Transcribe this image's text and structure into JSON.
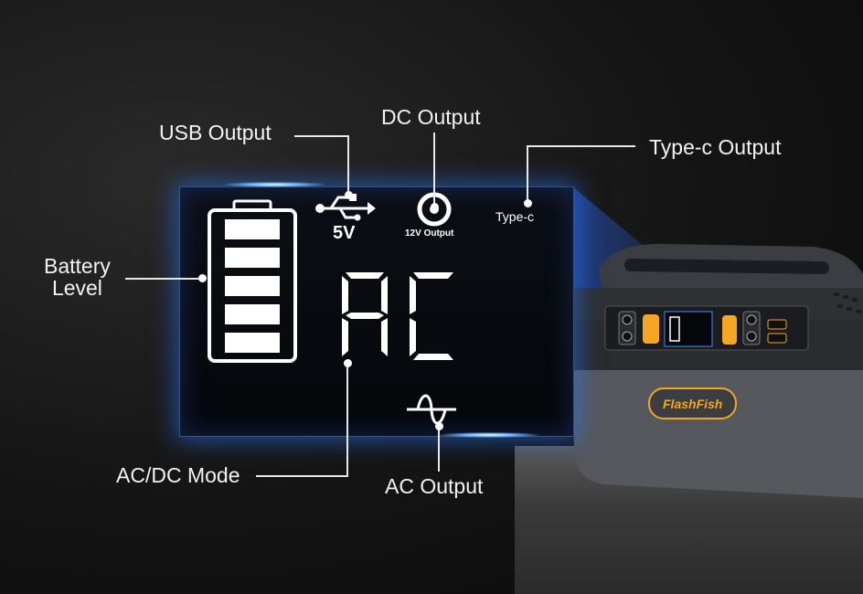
{
  "labels": {
    "usb_output": "USB Output",
    "dc_output": "DC Output",
    "typec_output": "Type-c Output",
    "battery_level_line1": "Battery",
    "battery_level_line2": "Level",
    "acdc_mode": "AC/DC Mode",
    "ac_output": "AC Output"
  },
  "display": {
    "usb_voltage": "5V",
    "dc_text": "12V Output",
    "typec_text": "Type-c",
    "mode_text": "AC",
    "battery_bars": 5
  },
  "brand": {
    "name": "FlashFish",
    "accent_color": "#f5a623"
  },
  "colors": {
    "glow": "#3d8cff",
    "panel": "#05070b"
  }
}
